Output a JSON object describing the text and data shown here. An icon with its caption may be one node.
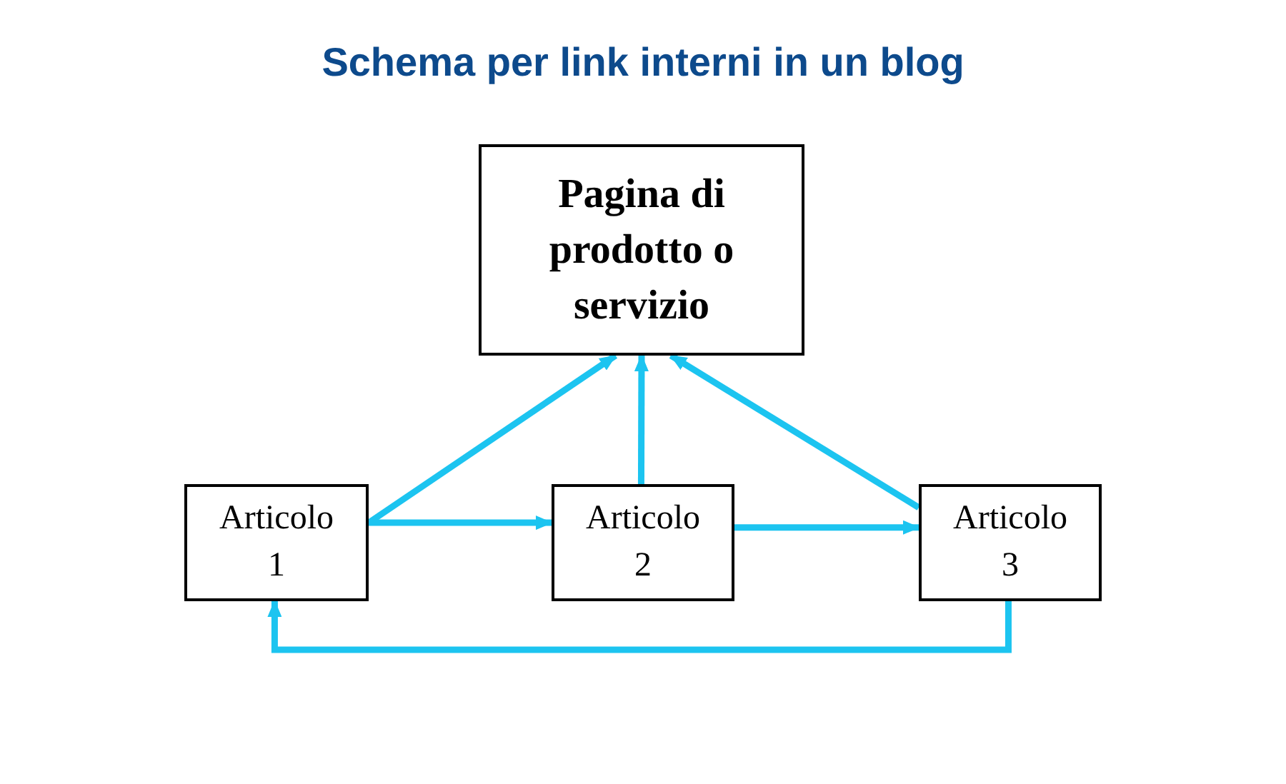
{
  "diagram": {
    "title": "Schema per link interni in un blog",
    "nodes": [
      {
        "text": [
          "Pagina di prodotto o servizio"
        ]
      },
      {
        "text": [
          "Articolo 1"
        ]
      },
      {
        "text": [
          "Articolo 2"
        ]
      },
      {
        "text": [
          "Articolo 3"
        ]
      }
    ],
    "edges": [
      {
        "from": 1,
        "to": 0,
        "arrow": "to"
      },
      {
        "from": 1,
        "to": 2,
        "arrow": "to"
      },
      {
        "from": 2,
        "to": 0,
        "arrow": "to"
      },
      {
        "from": 2,
        "to": 3,
        "arrow": "to"
      },
      {
        "from": 3,
        "to": 0,
        "arrow": "to"
      },
      {
        "from": 3,
        "to": 1,
        "arrow": "to"
      }
    ]
  }
}
